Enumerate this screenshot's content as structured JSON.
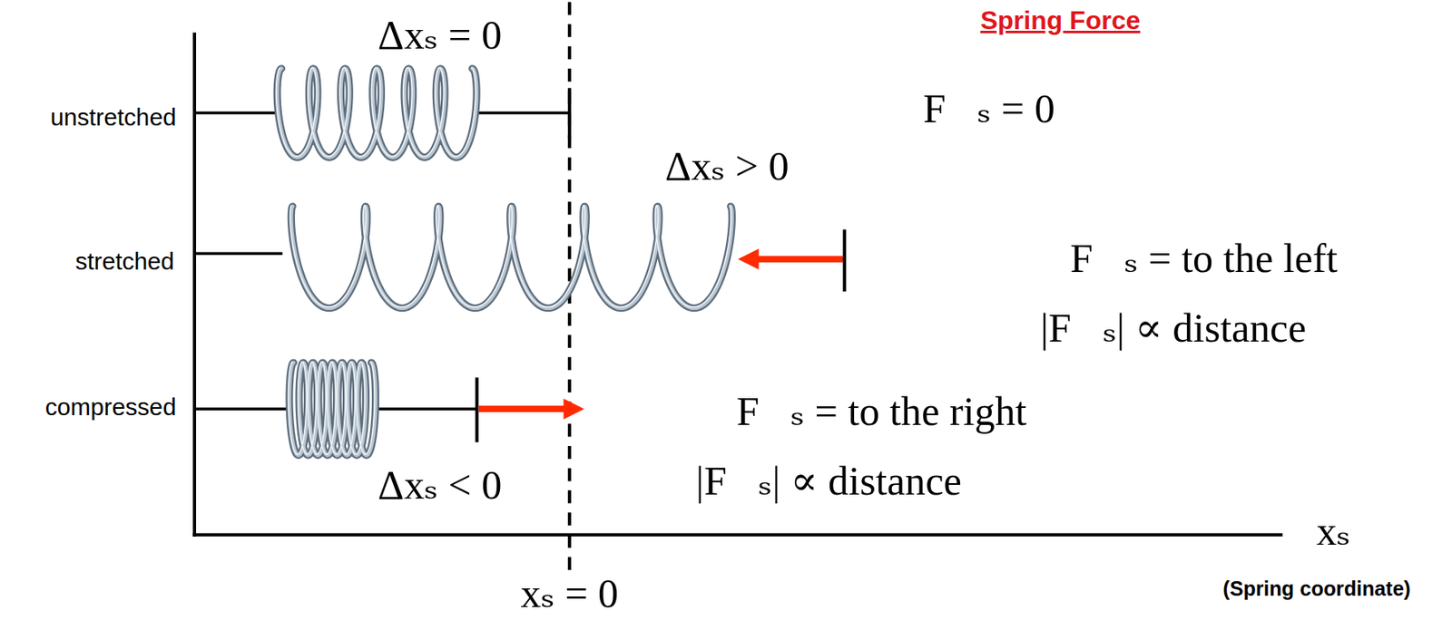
{
  "diagram": {
    "title": "Spring Force",
    "labels": [
      "unstretched",
      "stretched",
      "compressed",
      "Δxₛ = 0",
      "F⃗ₛ = 0",
      "Δxₛ > 0",
      "F⃗ₛ = to the left",
      "|F⃗ₛ| ∝ distance",
      "F⃗ₛ = to the right",
      "|F⃗ₛ| ∝ distance",
      "Δxₛ < 0",
      "xₛ",
      "xₛ = 0",
      "(Spring coordinate)"
    ]
  }
}
